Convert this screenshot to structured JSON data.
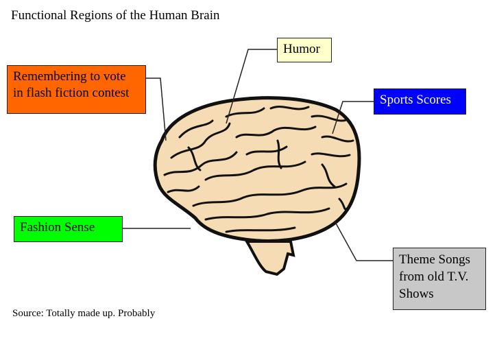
{
  "title": "Functional Regions of the Human Brain",
  "source": "Source: Totally made up. Probably",
  "colors": {
    "humor": "#ffffcc",
    "vote": "#ff6600",
    "sports": "#0000ff",
    "fashion": "#00ff00",
    "theme": "#c8c8c8",
    "brain_fill": "#f5dcb4",
    "brain_line": "#111111"
  },
  "callouts": {
    "humor": {
      "lines": [
        "Humor"
      ]
    },
    "vote": {
      "lines": [
        "Remembering to vote",
        "in flash fiction contest"
      ]
    },
    "sports": {
      "lines": [
        "Sports Scores"
      ]
    },
    "fashion": {
      "lines": [
        "Fashion Sense"
      ]
    },
    "theme": {
      "lines": [
        "Theme Songs",
        "from old T.V.",
        "Shows"
      ]
    }
  }
}
